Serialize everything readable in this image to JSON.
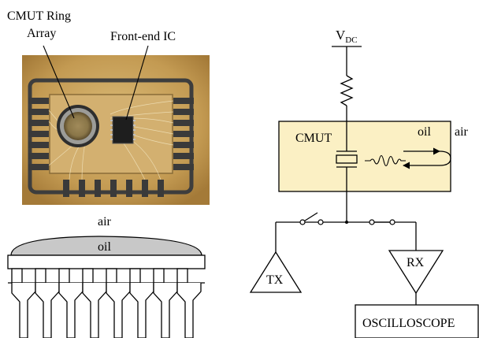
{
  "photo": {
    "label_array_line1": "CMUT Ring",
    "label_array_line2": "Array",
    "label_ic": "Front-end IC"
  },
  "package": {
    "label_air": "air",
    "label_oil": "oil"
  },
  "circuit": {
    "label_vdc_main": "V",
    "label_vdc_sub": "DC",
    "label_cmut": "CMUT",
    "label_oil": "oil",
    "label_air": "air",
    "label_tx": "TX",
    "label_rx": "RX",
    "label_scope": "OSCILLOSCOPE"
  },
  "colors": {
    "cmut_box_fill": "#fbf0c4",
    "oil_dome_fill": "#c8c8c8",
    "board_gold": "#c9a35c",
    "pad_dark": "#3a3a3a"
  }
}
